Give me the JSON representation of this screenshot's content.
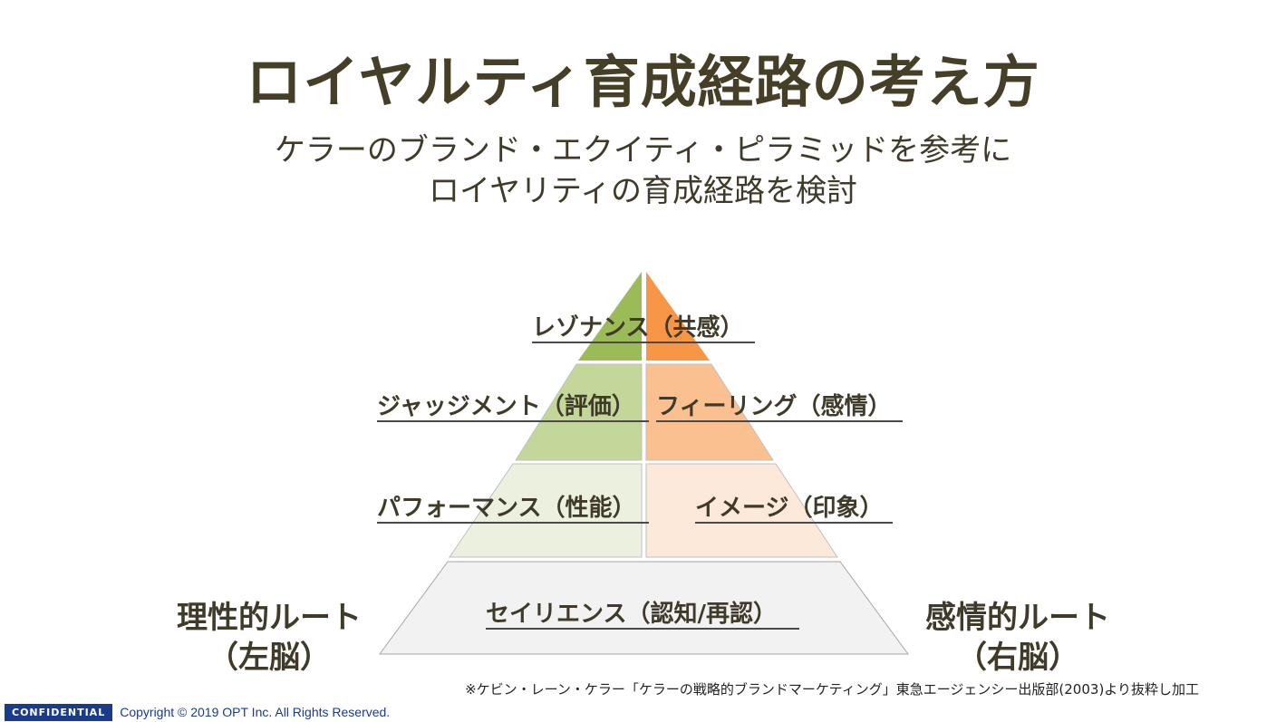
{
  "title": "ロイヤルティ育成経路の考え方",
  "subtitle": {
    "line1": "ケラーのブランド・エクイティ・ピラミッドを参考に",
    "line2": "ロイヤリティの育成経路を検討"
  },
  "pyramid": {
    "resonance": "レゾナンス（共感）",
    "judgment": "ジャッジメント（評価）",
    "feeling": "フィーリング（感情）",
    "performance": "パフォーマンス（性能）",
    "imagery": "イメージ（印象）",
    "salience": "セイリエンス（認知/再認）"
  },
  "routes": {
    "rational_line1": "理性的ルート",
    "rational_line2": "（左脳）",
    "emotional_line1": "感情的ルート",
    "emotional_line2": "（右脳）"
  },
  "colors": {
    "green_top": "#9bbb59",
    "green_mid": "#c4d79b",
    "green_low": "#ebf1de",
    "orange_top": "#f79646",
    "orange_mid": "#fac090",
    "orange_low": "#fde9d9",
    "base": "#f2f2f2"
  },
  "source_note": "※ケビン・レーン・ケラー「ケラーの戦略的ブランドマーケティング」東急エージェンシー出版部(2003)より抜粋し加工",
  "footer": {
    "confidential": "CONFIDENTIAL",
    "copyright": "Copyright © 2019 OPT Inc. All Rights Reserved."
  }
}
